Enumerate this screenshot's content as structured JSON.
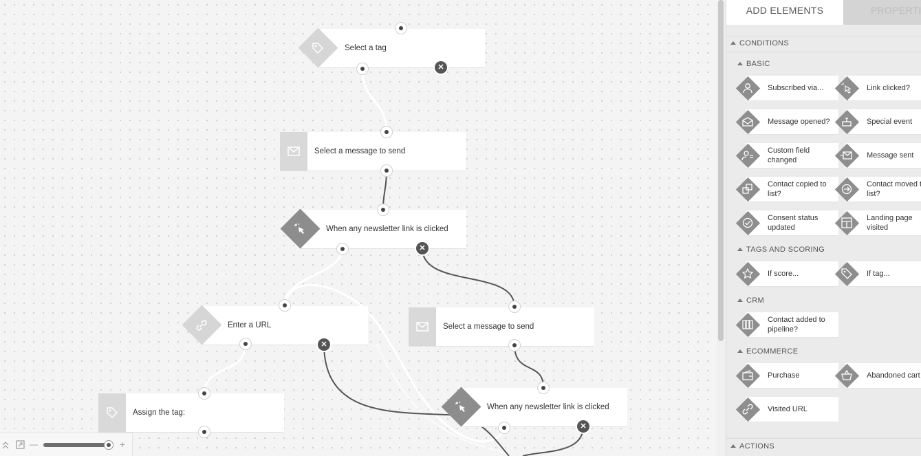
{
  "canvas": {
    "nodes": [
      {
        "id": "n1",
        "label": "Select a tag",
        "kind": "tag"
      },
      {
        "id": "n2",
        "label": "Select a message to send",
        "kind": "message"
      },
      {
        "id": "n3",
        "label": "When any newsletter link is clicked",
        "kind": "link-clicked"
      },
      {
        "id": "n4",
        "label": "Enter a URL",
        "kind": "url"
      },
      {
        "id": "n5",
        "label": "Select a message to send",
        "kind": "message"
      },
      {
        "id": "n6",
        "label": "Assign the tag:",
        "kind": "tag"
      },
      {
        "id": "n7",
        "label": "When any newsletter link is clicked",
        "kind": "link-clicked"
      }
    ]
  },
  "zoom": {
    "minus": "—",
    "plus": "+",
    "level_fraction": 0.95
  },
  "panel": {
    "tabs": {
      "add": "ADD ELEMENTS",
      "properties": "PROPERTIES"
    },
    "sections": {
      "conditions": "CONDITIONS",
      "basic": "BASIC",
      "tags_scoring": "TAGS AND SCORING",
      "crm": "CRM",
      "ecommerce": "ECOMMERCE",
      "actions": "ACTIONS"
    },
    "basic_items": [
      {
        "label": "Subscribed via...",
        "icon": "user-icon"
      },
      {
        "label": "Link clicked?",
        "icon": "cursor-click-icon"
      },
      {
        "label": "Message opened?",
        "icon": "envelope-open-icon"
      },
      {
        "label": "Special event",
        "icon": "cake-icon"
      },
      {
        "label": "Custom field changed",
        "icon": "user-edit-icon"
      },
      {
        "label": "Message sent",
        "icon": "envelope-send-icon"
      },
      {
        "label": "Contact copied to list?",
        "icon": "copy-icon"
      },
      {
        "label": "Contact moved to list?",
        "icon": "arrow-circle-icon"
      },
      {
        "label": "Consent status updated",
        "icon": "check-circle-icon"
      },
      {
        "label": "Landing page visited",
        "icon": "layout-icon"
      }
    ],
    "tags_items": [
      {
        "label": "If score...",
        "icon": "star-icon"
      },
      {
        "label": "If tag...",
        "icon": "tag-icon"
      }
    ],
    "crm_items": [
      {
        "label": "Contact added to pipeline?",
        "icon": "pipeline-icon"
      }
    ],
    "ecommerce_items": [
      {
        "label": "Purchase",
        "icon": "wallet-icon"
      },
      {
        "label": "Abandoned cart",
        "icon": "basket-icon"
      },
      {
        "label": "Visited URL",
        "icon": "link-icon"
      }
    ]
  }
}
